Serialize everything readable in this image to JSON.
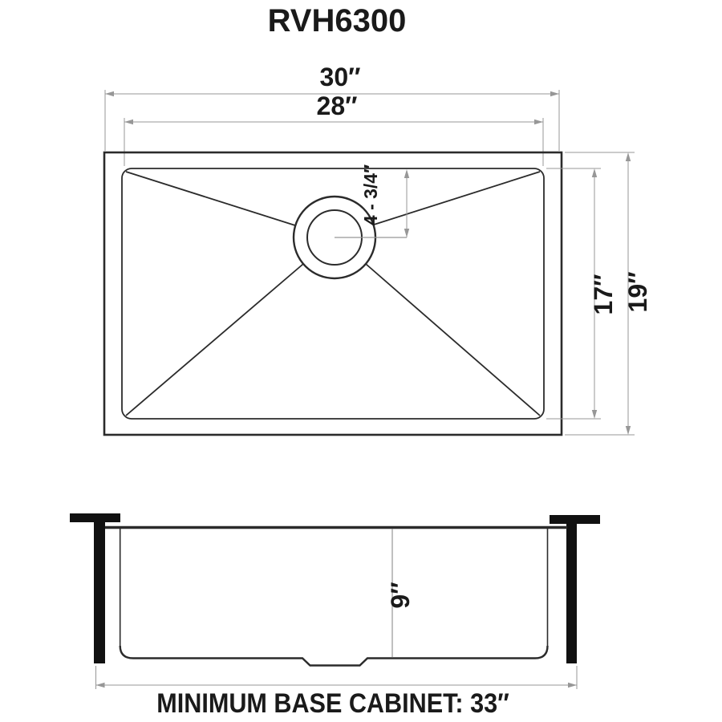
{
  "title": "RVH6300",
  "top_view": {
    "overall_width_label": "30″",
    "bowl_width_label": "28″",
    "bowl_depth_label": "17″",
    "overall_depth_label": "19″",
    "drain_position_label": "4 - 3/4″"
  },
  "front_view": {
    "bowl_height_label": "9″",
    "caption": "MINIMUM BASE CABINET: 33″"
  },
  "colors": {
    "drawing_line": "#2b2b2b",
    "fastener_black": "#111111",
    "dimension_gray": "#979797",
    "text_ink": "#1a1a1a",
    "background": "#ffffff"
  }
}
